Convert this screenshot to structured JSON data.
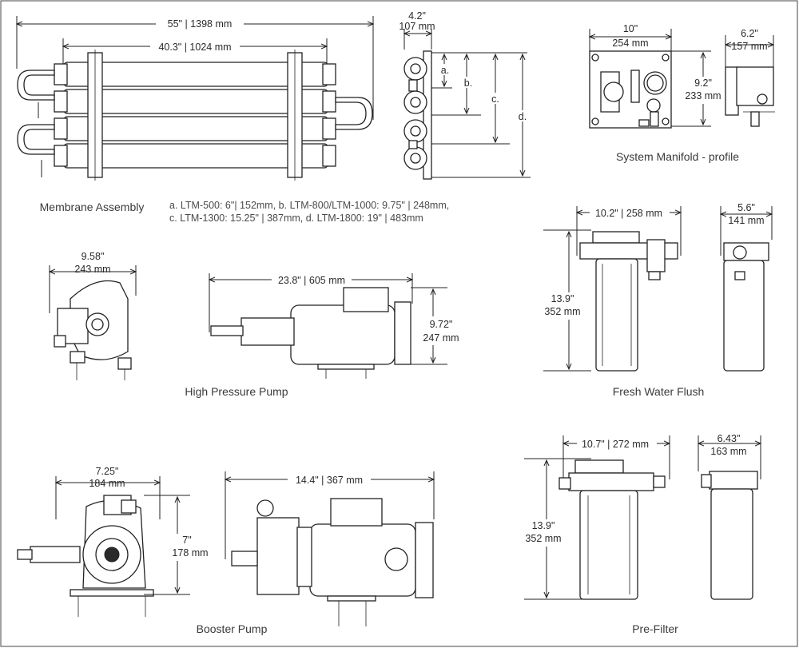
{
  "membrane": {
    "caption": "Membrane Assembly",
    "overall": "55\" | 1398 mm",
    "inner": "40.3\" | 1024 mm",
    "side_w1": "4.2\"",
    "side_w2": "107 mm",
    "labels": [
      "a.",
      "b.",
      "c.",
      "d."
    ],
    "note_line1": "a. LTM-500: 6\"| 152mm, b. LTM-800/LTM-1000: 9.75\" | 248mm,",
    "note_line2": "c. LTM-1300: 15.25\" | 387mm, d. LTM-1800: 19\" | 483mm"
  },
  "manifold": {
    "caption": "System Manifold - profile",
    "w1": "10\"",
    "w2": "254 mm",
    "h1": "9.2\"",
    "h2": "233 mm",
    "d1": "6.2\"",
    "d2": "157 mm"
  },
  "hp_pump": {
    "caption": "High Pressure Pump",
    "front_w1": "9.58\"",
    "front_w2": "243 mm",
    "len": "23.8\" | 605 mm",
    "h1": "9.72\"",
    "h2": "247 mm"
  },
  "fresh_flush": {
    "caption": "Fresh Water Flush",
    "w": "10.2\" | 258 mm",
    "d1": "5.6\"",
    "d2": "141 mm",
    "h1": "13.9\"",
    "h2": "352 mm"
  },
  "booster": {
    "caption": "Booster Pump",
    "w1": "7.25\"",
    "w2": "184 mm",
    "h1": "7\"",
    "h2": "178 mm",
    "len": "14.4\" | 367 mm"
  },
  "prefilter": {
    "caption": "Pre-Filter",
    "w": "10.7\" | 272 mm",
    "d1": "6.43\"",
    "d2": "163 mm",
    "h1": "13.9\"",
    "h2": "352 mm"
  }
}
